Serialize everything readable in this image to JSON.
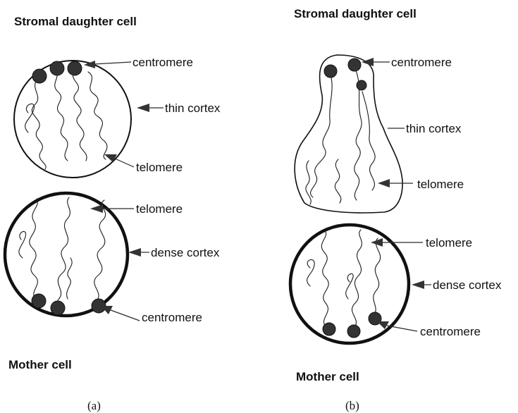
{
  "panel_a": {
    "daughter_heading": "Stromal daughter cell",
    "mother_heading": "Mother cell",
    "caption": "(a)",
    "daughter_labels": {
      "centromere": "centromere",
      "cortex": "thin cortex",
      "telomere": "telomere"
    },
    "mother_labels": {
      "telomere": "telomere",
      "cortex": "dense cortex",
      "centromere": "centromere"
    }
  },
  "panel_b": {
    "daughter_heading": "Stromal daughter cell",
    "mother_heading": "Mother cell",
    "caption": "(b)",
    "daughter_labels": {
      "centromere": "centromere",
      "cortex": "thin cortex",
      "telomere": "telomere"
    },
    "mother_labels": {
      "telomere": "telomere",
      "cortex": "dense cortex",
      "centromere": "centromere"
    }
  },
  "colors": {
    "ink": "#111111",
    "centromere_fill": "#333333",
    "background": "#ffffff"
  }
}
